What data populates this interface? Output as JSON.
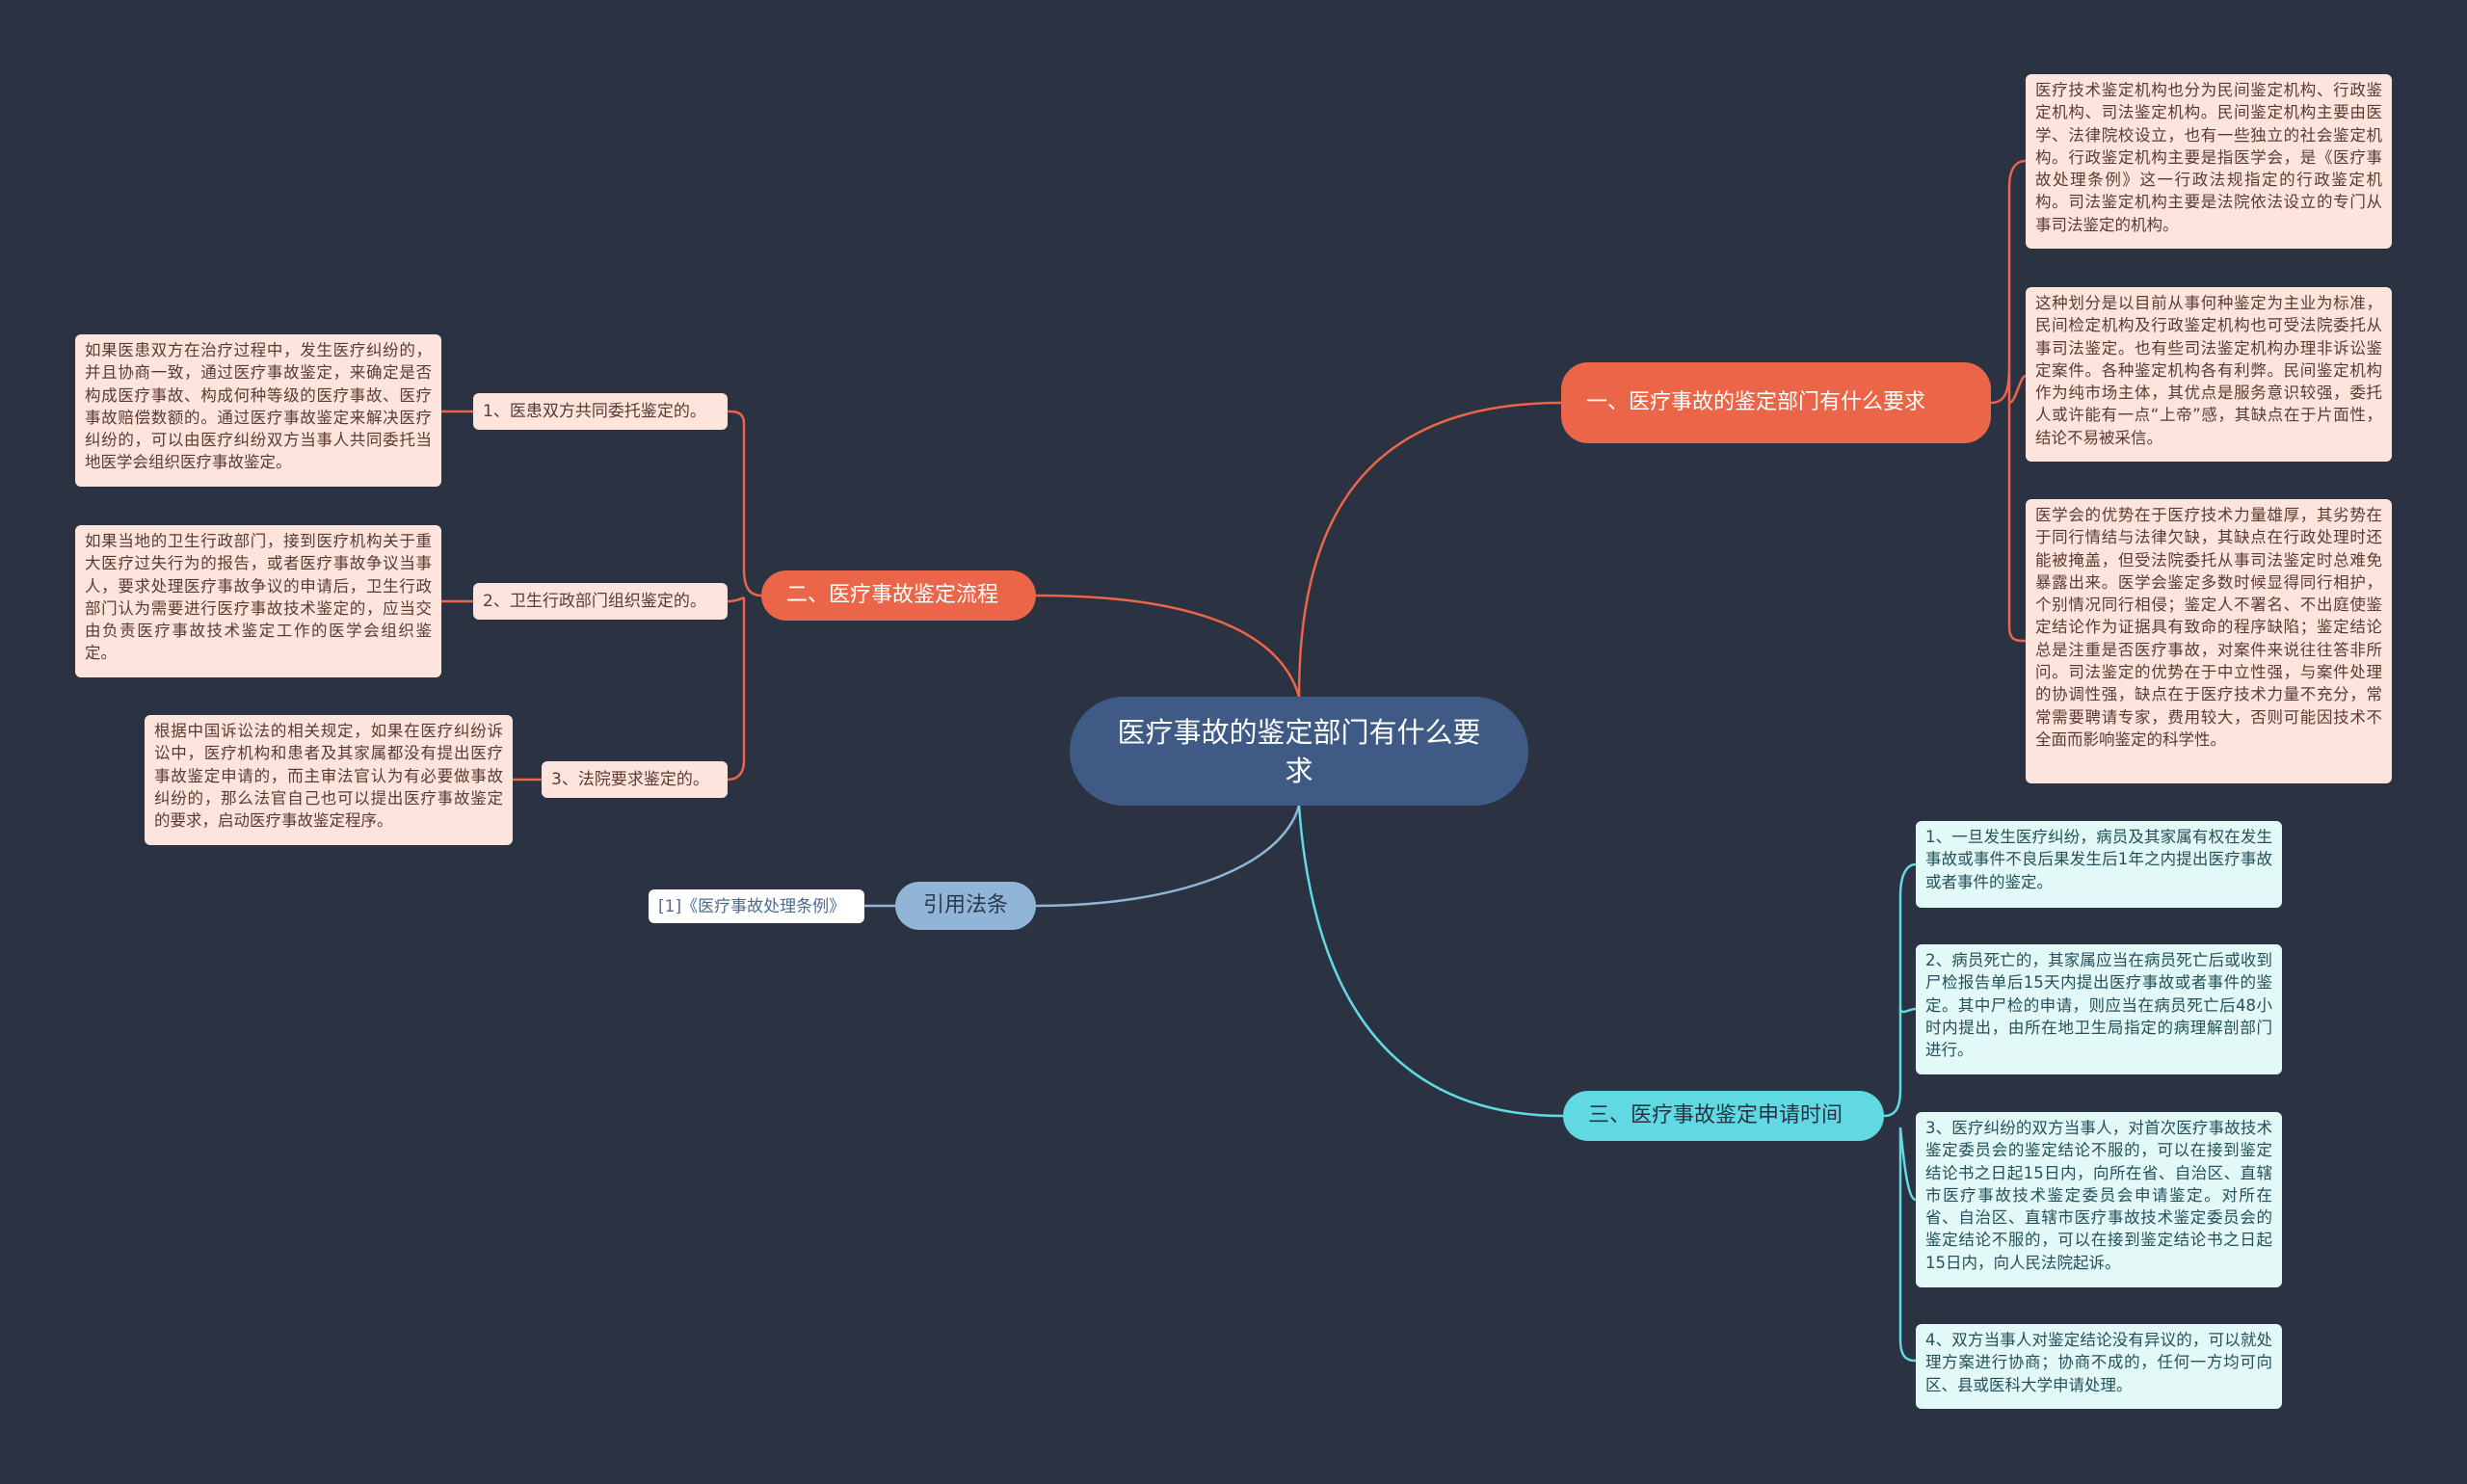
{
  "center": {
    "title": "医疗事故的鉴定部门有什么要求"
  },
  "branches": {
    "b1": {
      "title": "一、医疗事故的鉴定部门有什么要求",
      "notes": [
        "医疗技术鉴定机构也分为民间鉴定机构、行政鉴定机构、司法鉴定机构。民间鉴定机构主要由医学、法律院校设立，也有一些独立的社会鉴定机构。行政鉴定机构主要是指医学会，是《医疗事故处理条例》这一行政法规指定的行政鉴定机构。司法鉴定机构主要是法院依法设立的专门从事司法鉴定的机构。",
        "这种划分是以目前从事何种鉴定为主业为标准，民间检定机构及行政鉴定机构也可受法院委托从事司法鉴定。也有些司法鉴定机构办理非诉讼鉴定案件。各种鉴定机构各有利弊。民间鉴定机构作为纯市场主体，其优点是服务意识较强，委托人或许能有一点“上帝”感，其缺点在于片面性，结论不易被采信。",
        "医学会的优势在于医疗技术力量雄厚，其劣势在于同行情结与法律欠缺，其缺点在行政处理时还能被掩盖，但受法院委托从事司法鉴定时总难免暴露出来。医学会鉴定多数时候显得同行相护，个别情况同行相侵；鉴定人不署名、不出庭使鉴定结论作为证据具有致命的程序缺陷；鉴定结论总是注重是否医疗事故，对案件来说往往答非所问。司法鉴定的优势在于中立性强，与案件处理的协调性强，缺点在于医疗技术力量不充分，常常需要聘请专家，费用较大，否则可能因技术不全面而影响鉴定的科学性。"
      ]
    },
    "b2": {
      "title": "二、医疗事故鉴定流程",
      "items": [
        {
          "label": "1、医患双方共同委托鉴定的。",
          "note": "如果医患双方在治疗过程中，发生医疗纠纷的，并且协商一致，通过医疗事故鉴定，来确定是否构成医疗事故、构成何种等级的医疗事故、医疗事故赔偿数额的。通过医疗事故鉴定来解决医疗纠纷的，可以由医疗纠纷双方当事人共同委托当地医学会组织医疗事故鉴定。"
        },
        {
          "label": "2、卫生行政部门组织鉴定的。",
          "note": "如果当地的卫生行政部门，接到医疗机构关于重大医疗过失行为的报告，或者医疗事故争议当事人，要求处理医疗事故争议的申请后，卫生行政部门认为需要进行医疗事故技术鉴定的，应当交由负责医疗事故技术鉴定工作的医学会组织鉴定。"
        },
        {
          "label": "3、法院要求鉴定的。",
          "note": "根据中国诉讼法的相关规定，如果在医疗纠纷诉讼中，医疗机构和患者及其家属都没有提出医疗事故鉴定申请的，而主审法官认为有必要做事故纠纷的，那么法官自己也可以提出医疗事故鉴定的要求，启动医疗事故鉴定程序。"
        }
      ]
    },
    "b3": {
      "title": "三、医疗事故鉴定申请时间",
      "notes": [
        "1、一旦发生医疗纠纷，病员及其家属有权在发生事故或事件不良后果发生后1年之内提出医疗事故或者事件的鉴定。",
        "2、病员死亡的，其家属应当在病员死亡后或收到尸检报告单后15天内提出医疗事故或者事件的鉴定。其中尸检的申请，则应当在病员死亡后48小时内提出，由所在地卫生局指定的病理解剖部门进行。",
        "3、医疗纠纷的双方当事人，对首次医疗事故技术鉴定委员会的鉴定结论不服的，可以在接到鉴定结论书之日起15日内，向所在省、自治区、直辖市医疗事故技术鉴定委员会申请鉴定。对所在省、自治区、直辖市医疗事故技术鉴定委员会的鉴定结论不服的，可以在接到鉴定结论书之日起15日内，向人民法院起诉。",
        "4、双方当事人对鉴定结论没有异议的，可以就处理方案进行协商；协商不成的，任何一方均可向区、县或医科大学申请处理。"
      ]
    },
    "b4": {
      "title": "引用法条",
      "notes": [
        "[1]《医疗事故处理条例》"
      ]
    }
  },
  "colors": {
    "background": "#2b3241",
    "center": "#3e5a85",
    "red_branch": "#eb6648",
    "red_leaf": "#fde5dd",
    "cyan_branch": "#61d9e3",
    "cyan_leaf": "#e3f9f8",
    "blue_branch": "#91b5d7"
  }
}
